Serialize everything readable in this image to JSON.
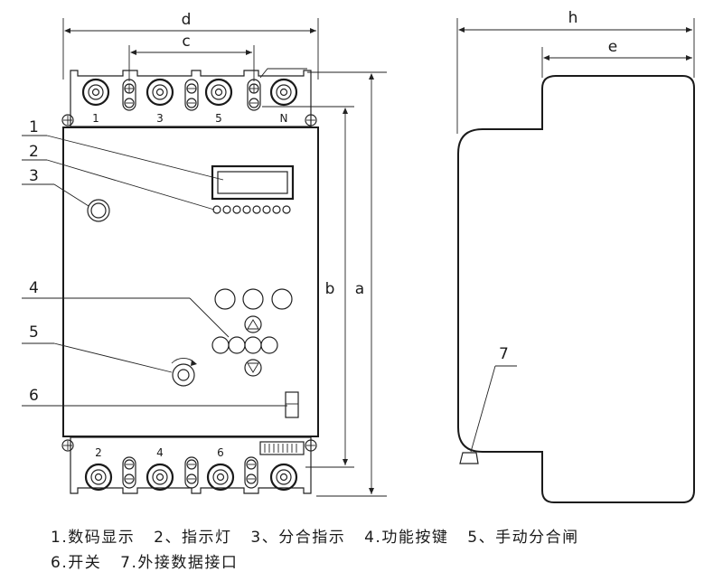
{
  "dimensions": {
    "d": "d",
    "c": "c",
    "a": "a",
    "b": "b",
    "h": "h",
    "e": "e"
  },
  "terminals_top": [
    "1",
    "3",
    "5",
    "N"
  ],
  "terminals_bottom": [
    "2",
    "4",
    "6"
  ],
  "callouts": [
    "1",
    "2",
    "3",
    "4",
    "5",
    "6",
    "7"
  ],
  "legend": {
    "line1": [
      "1.数码显示",
      "2、指示灯",
      "3、分合指示",
      "4.功能按键",
      "5、手动分合闸"
    ],
    "line2": [
      "6.开关",
      "7.外接数据接口"
    ]
  }
}
